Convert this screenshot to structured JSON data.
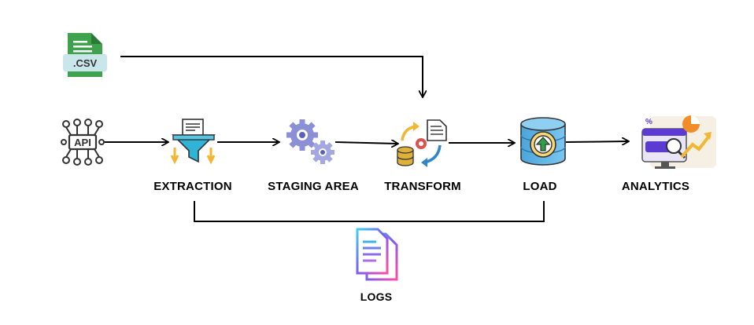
{
  "csv_file": {
    "badge": ".CSV",
    "icon": "csv-file-icon"
  },
  "api_source": {
    "text": "API",
    "icon": "api-network-icon"
  },
  "stages": [
    {
      "id": "extraction",
      "label": "EXTRACTION",
      "icon": "funnel-document-icon"
    },
    {
      "id": "staging",
      "label": "STAGING AREA",
      "icon": "gears-icon"
    },
    {
      "id": "transform",
      "label": "TRANSFORM",
      "icon": "transform-cycle-icon"
    },
    {
      "id": "load",
      "label": "LOAD",
      "icon": "database-upload-icon"
    },
    {
      "id": "analytics",
      "label": "ANALYTICS",
      "icon": "analytics-dashboard-icon"
    }
  ],
  "logs": {
    "label": "LOGS",
    "icon": "log-documents-icon"
  },
  "colors": {
    "csv_green": "#3fa34d",
    "csv_badge": "#c9e6ea",
    "funnel_blue": "#2fb3d6",
    "arrow_gold": "#f2b632",
    "gear_purple": "#8b8fd6",
    "db_blue": "#5fb3e6",
    "db_yellow": "#f7d774",
    "analytics_purple": "#5b3bd1",
    "analytics_orange": "#f28c28",
    "logs_gradient_start": "#7b5cf0",
    "logs_gradient_end": "#ff4da6",
    "line": "#000000"
  }
}
